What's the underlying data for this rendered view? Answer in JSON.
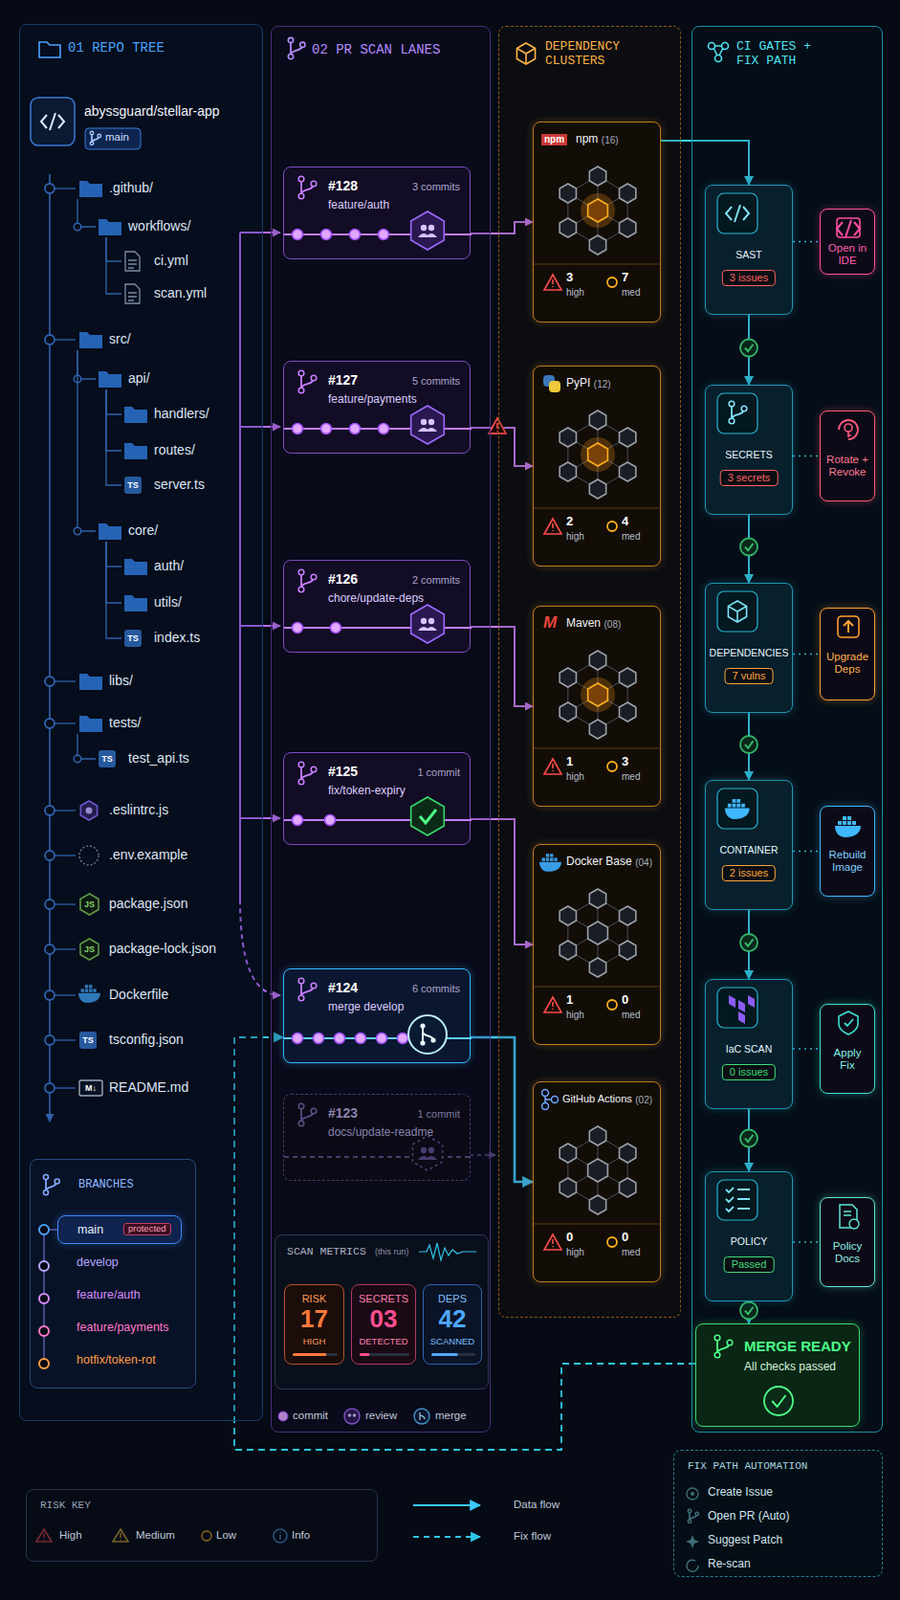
{
  "diagram": {
    "nodes": [
      {
        "text": [
          "01 REPO TREE"
        ]
      },
      {
        "text": [
          "abyssguard/stellar-app",
          "main"
        ],
        "in": 0
      },
      {
        "text": [
          "BRANCHES"
        ],
        "in": 0
      },
      {
        "text": [
          "main",
          "protected"
        ],
        "in": 2
      },
      {
        "text": [
          "02 PR SCAN LANES"
        ]
      },
      {
        "text": [
          "#128",
          "3 commits",
          "feature/auth"
        ],
        "in": 4
      },
      {
        "text": [
          "#127",
          "5 commits",
          "feature/payments"
        ],
        "in": 4
      },
      {
        "text": [
          "#126",
          "2 commits",
          "chore/update-deps"
        ],
        "in": 4
      },
      {
        "text": [
          "#125",
          "1 commit",
          "fix/token-expiry"
        ],
        "in": 4
      },
      {
        "text": [
          "#124",
          "6 commits",
          "merge develop"
        ],
        "in": 4
      },
      {
        "text": [
          "#123",
          "1 commit",
          "docs/update-readme"
        ],
        "in": 4
      },
      {
        "text": [
          "SCAN METRICS",
          "(this run)"
        ],
        "in": 4
      },
      {
        "text": [
          "RISK",
          "17",
          "HIGH"
        ],
        "in": 11
      },
      {
        "text": [
          "SECRETS",
          "03",
          "DETECTED"
        ],
        "in": 11
      },
      {
        "text": [
          "DEPS",
          "42",
          "SCANNED"
        ],
        "in": 11
      },
      {
        "text": [
          "DEPENDENCY CLUSTERS"
        ]
      },
      {
        "text": [
          "npm",
          "npm",
          "(16)",
          "3",
          "high",
          "7",
          "med"
        ],
        "in": 15
      },
      {
        "text": [
          "PyPI",
          "(12)",
          "2",
          "high",
          "4",
          "med"
        ],
        "in": 15
      },
      {
        "text": [
          "M",
          "Maven",
          "(08)",
          "1",
          "high",
          "3",
          "med"
        ],
        "in": 15
      },
      {
        "text": [
          "Docker Base",
          "(04)",
          "1",
          "high",
          "0",
          "med"
        ],
        "in": 15
      },
      {
        "text": [
          "GitHub Actions",
          "(02)",
          "0",
          "high",
          "0",
          "med"
        ],
        "in": 15
      },
      {
        "text": [
          "CI GATES + FIX PATH"
        ]
      },
      {
        "text": [
          "SAST",
          "3 issues"
        ],
        "in": 21
      },
      {
        "text": [
          "Open in IDE"
        ],
        "in": 21
      },
      {
        "text": [
          "SECRETS",
          "3 secrets"
        ],
        "in": 21
      },
      {
        "text": [
          "Rotate + Revoke"
        ],
        "in": 21
      },
      {
        "text": [
          "DEPENDENCIES",
          "7 vulns"
        ],
        "in": 21
      },
      {
        "text": [
          "Upgrade Deps"
        ],
        "in": 21
      },
      {
        "text": [
          "CONTAINER",
          "2 issues"
        ],
        "in": 21
      },
      {
        "text": [
          "Rebuild Image"
        ],
        "in": 21
      },
      {
        "text": [
          "IaC SCAN",
          "0 issues"
        ],
        "in": 21
      },
      {
        "text": [
          "Apply Fix"
        ],
        "in": 21
      },
      {
        "text": [
          "POLICY",
          "Passed"
        ],
        "in": 21
      },
      {
        "text": [
          "Policy Docs"
        ],
        "in": 21
      },
      {
        "text": [
          "MERGE READY",
          "All checks passed"
        ],
        "in": 21
      },
      {
        "text": [
          "FIX PATH AUTOMATION"
        ]
      },
      {
        "text": [
          "RISK KEY"
        ]
      }
    ],
    "edges": [
      {
        "from": 5,
        "to": 16,
        "arrow": "to"
      },
      {
        "from": 6,
        "to": 17,
        "arrow": "to"
      },
      {
        "from": 7,
        "to": 18,
        "arrow": "to"
      },
      {
        "from": 8,
        "to": 19,
        "arrow": "to"
      },
      {
        "from": 9,
        "to": 20,
        "arrow": "to"
      },
      {
        "from": 16,
        "to": 22,
        "arrow": "to"
      },
      {
        "from": 22,
        "to": 24,
        "arrow": "to"
      },
      {
        "from": 24,
        "to": 26,
        "arrow": "to"
      },
      {
        "from": 26,
        "to": 28,
        "arrow": "to"
      },
      {
        "from": 28,
        "to": 30,
        "arrow": "to"
      },
      {
        "from": 30,
        "to": 32,
        "arrow": "to"
      },
      {
        "from": 32,
        "to": 34,
        "arrow": "to"
      },
      {
        "from": 22,
        "to": 23,
        "arrow": "none"
      },
      {
        "from": 24,
        "to": 25,
        "arrow": "none"
      },
      {
        "from": 26,
        "to": 27,
        "arrow": "none"
      },
      {
        "from": 28,
        "to": 29,
        "arrow": "none"
      },
      {
        "from": 30,
        "to": 31,
        "arrow": "none"
      },
      {
        "from": 32,
        "to": 33,
        "arrow": "none"
      },
      {
        "from": 34,
        "to": 9,
        "arrow": "to"
      }
    ],
    "labels": [
      ".github/",
      "workflows/",
      "ci.yml",
      "scan.yml",
      "src/",
      "api/",
      "handlers/",
      "routes/",
      "TS",
      "server.ts",
      "core/",
      "auth/",
      "utils/",
      "TS",
      "index.ts",
      "libs/",
      "tests/",
      "TS",
      "test_api.ts",
      ".eslintrc.js",
      ".env.example",
      "JS",
      "package.json",
      "JS",
      "package-lock.json",
      "Dockerfile",
      "TS",
      "tsconfig.json",
      "M↓",
      "README.md",
      "develop",
      "feature/auth",
      "feature/payments",
      "hotfix/token-rot",
      "Create Issue",
      "Open PR (Auto)",
      "Suggest Patch",
      "Re-scan"
    ],
    "legend": [
      {
        "text": "commit"
      },
      {
        "text": "review"
      },
      {
        "text": "merge"
      },
      {
        "text": "High"
      },
      {
        "text": "Medium"
      },
      {
        "text": "Low"
      },
      {
        "text": "Info"
      },
      {
        "text": "Data flow"
      },
      {
        "text": "Fix flow"
      }
    ]
  }
}
